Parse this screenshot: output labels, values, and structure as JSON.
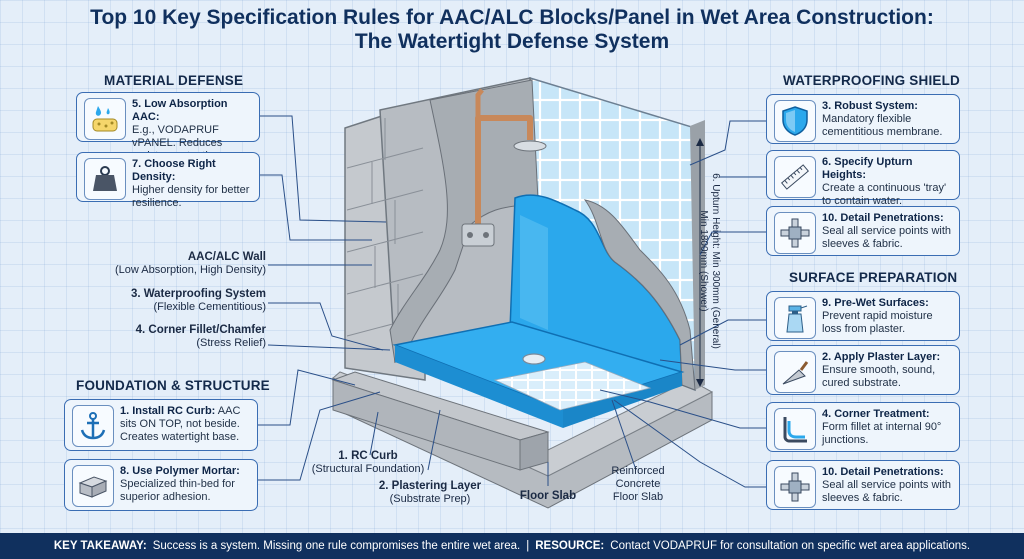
{
  "title": {
    "line1": "Top 10 Key Specification Rules for AAC/ALC Blocks/Panel in Wet Area Construction:",
    "line2": "The Watertight Defense System"
  },
  "sections": {
    "material": "MATERIAL DEFENSE",
    "foundation": "FOUNDATION & STRUCTURE",
    "waterproofing": "WATERPROOFING SHIELD",
    "surface": "SURFACE PREPARATION"
  },
  "left_cards": [
    {
      "icon": "water-drop-sponge-icon",
      "title": "5. Low Absorption AAC:",
      "body": "E.g., VODAPRUF vPANEL. Reduces moisture retention."
    },
    {
      "icon": "weight-icon",
      "title": "7. Choose Right Density:",
      "body": "Higher density for better resilience."
    },
    {
      "icon": "anchor-icon",
      "title": "1. Install RC Curb:",
      "body_inline": "AAC",
      "body": "sits ON TOP, not beside. Creates watertight base."
    },
    {
      "icon": "bricks-icon",
      "title": "8. Use Polymer Mortar:",
      "body": "Specialized thin-bed for superior adhesion."
    }
  ],
  "right_cards": [
    {
      "icon": "shield-icon",
      "title": "3. Robust System:",
      "body": "Mandatory flexible cementitious membrane."
    },
    {
      "icon": "ruler-icon",
      "title": "6. Specify Upturn Heights:",
      "body": "Create a continuous 'tray' to contain water."
    },
    {
      "icon": "pipe-icon",
      "title": "10. Detail Penetrations:",
      "body": "Seal all service points with sleeves & fabric."
    },
    {
      "icon": "spray-bottle-icon",
      "title": "9. Pre-Wet Surfaces:",
      "body": "Prevent rapid moisture loss from plaster."
    },
    {
      "icon": "trowel-icon",
      "title": "2. Apply Plaster Layer:",
      "body": "Ensure smooth, sound, cured substrate."
    },
    {
      "icon": "corner-icon",
      "title": "4. Corner Treatment:",
      "body": "Form fillet at internal 90° junctions."
    },
    {
      "icon": "pipe-icon",
      "title": "10. Detail Penetrations:",
      "body": "Seal all service points with sleeves & fabric."
    }
  ],
  "callouts": {
    "wall": {
      "name": "AAC/ALC Wall",
      "sub": "(Low Absorption, High Density)"
    },
    "wp": {
      "name": "3. Waterproofing System",
      "sub": "(Flexible Cementitious)"
    },
    "fillet": {
      "name": "4. Corner Fillet/Chamfer",
      "sub": "(Stress Relief)"
    },
    "curb": {
      "name": "1. RC Curb",
      "sub": "(Structural Foundation)"
    },
    "plaster": {
      "name": "2. Plastering Layer",
      "sub": "(Substrate Prep)"
    },
    "floor": {
      "name": "Floor Slab"
    },
    "concrete": {
      "line1": "Reinforced",
      "line2": "Concrete",
      "line3": "Floor Slab"
    },
    "upturn": {
      "line1": "6. Upturn Height: Min 300mm (General)",
      "line2": "Min 1800mm (Shower)"
    }
  },
  "footer": {
    "k_label": "KEY TAKEAWAY:",
    "k_text": "Success is a system. Missing one rule compromises the entire wet area.",
    "sep": "|",
    "r_label": "RESOURCE:",
    "r_text": "Contact VODAPRUF for consultation on specific wet area applications."
  },
  "colors": {
    "accent": "#3a6db3",
    "navy": "#10305e",
    "membrane": "#2ba8ec",
    "tile": "#bfe3f7"
  }
}
